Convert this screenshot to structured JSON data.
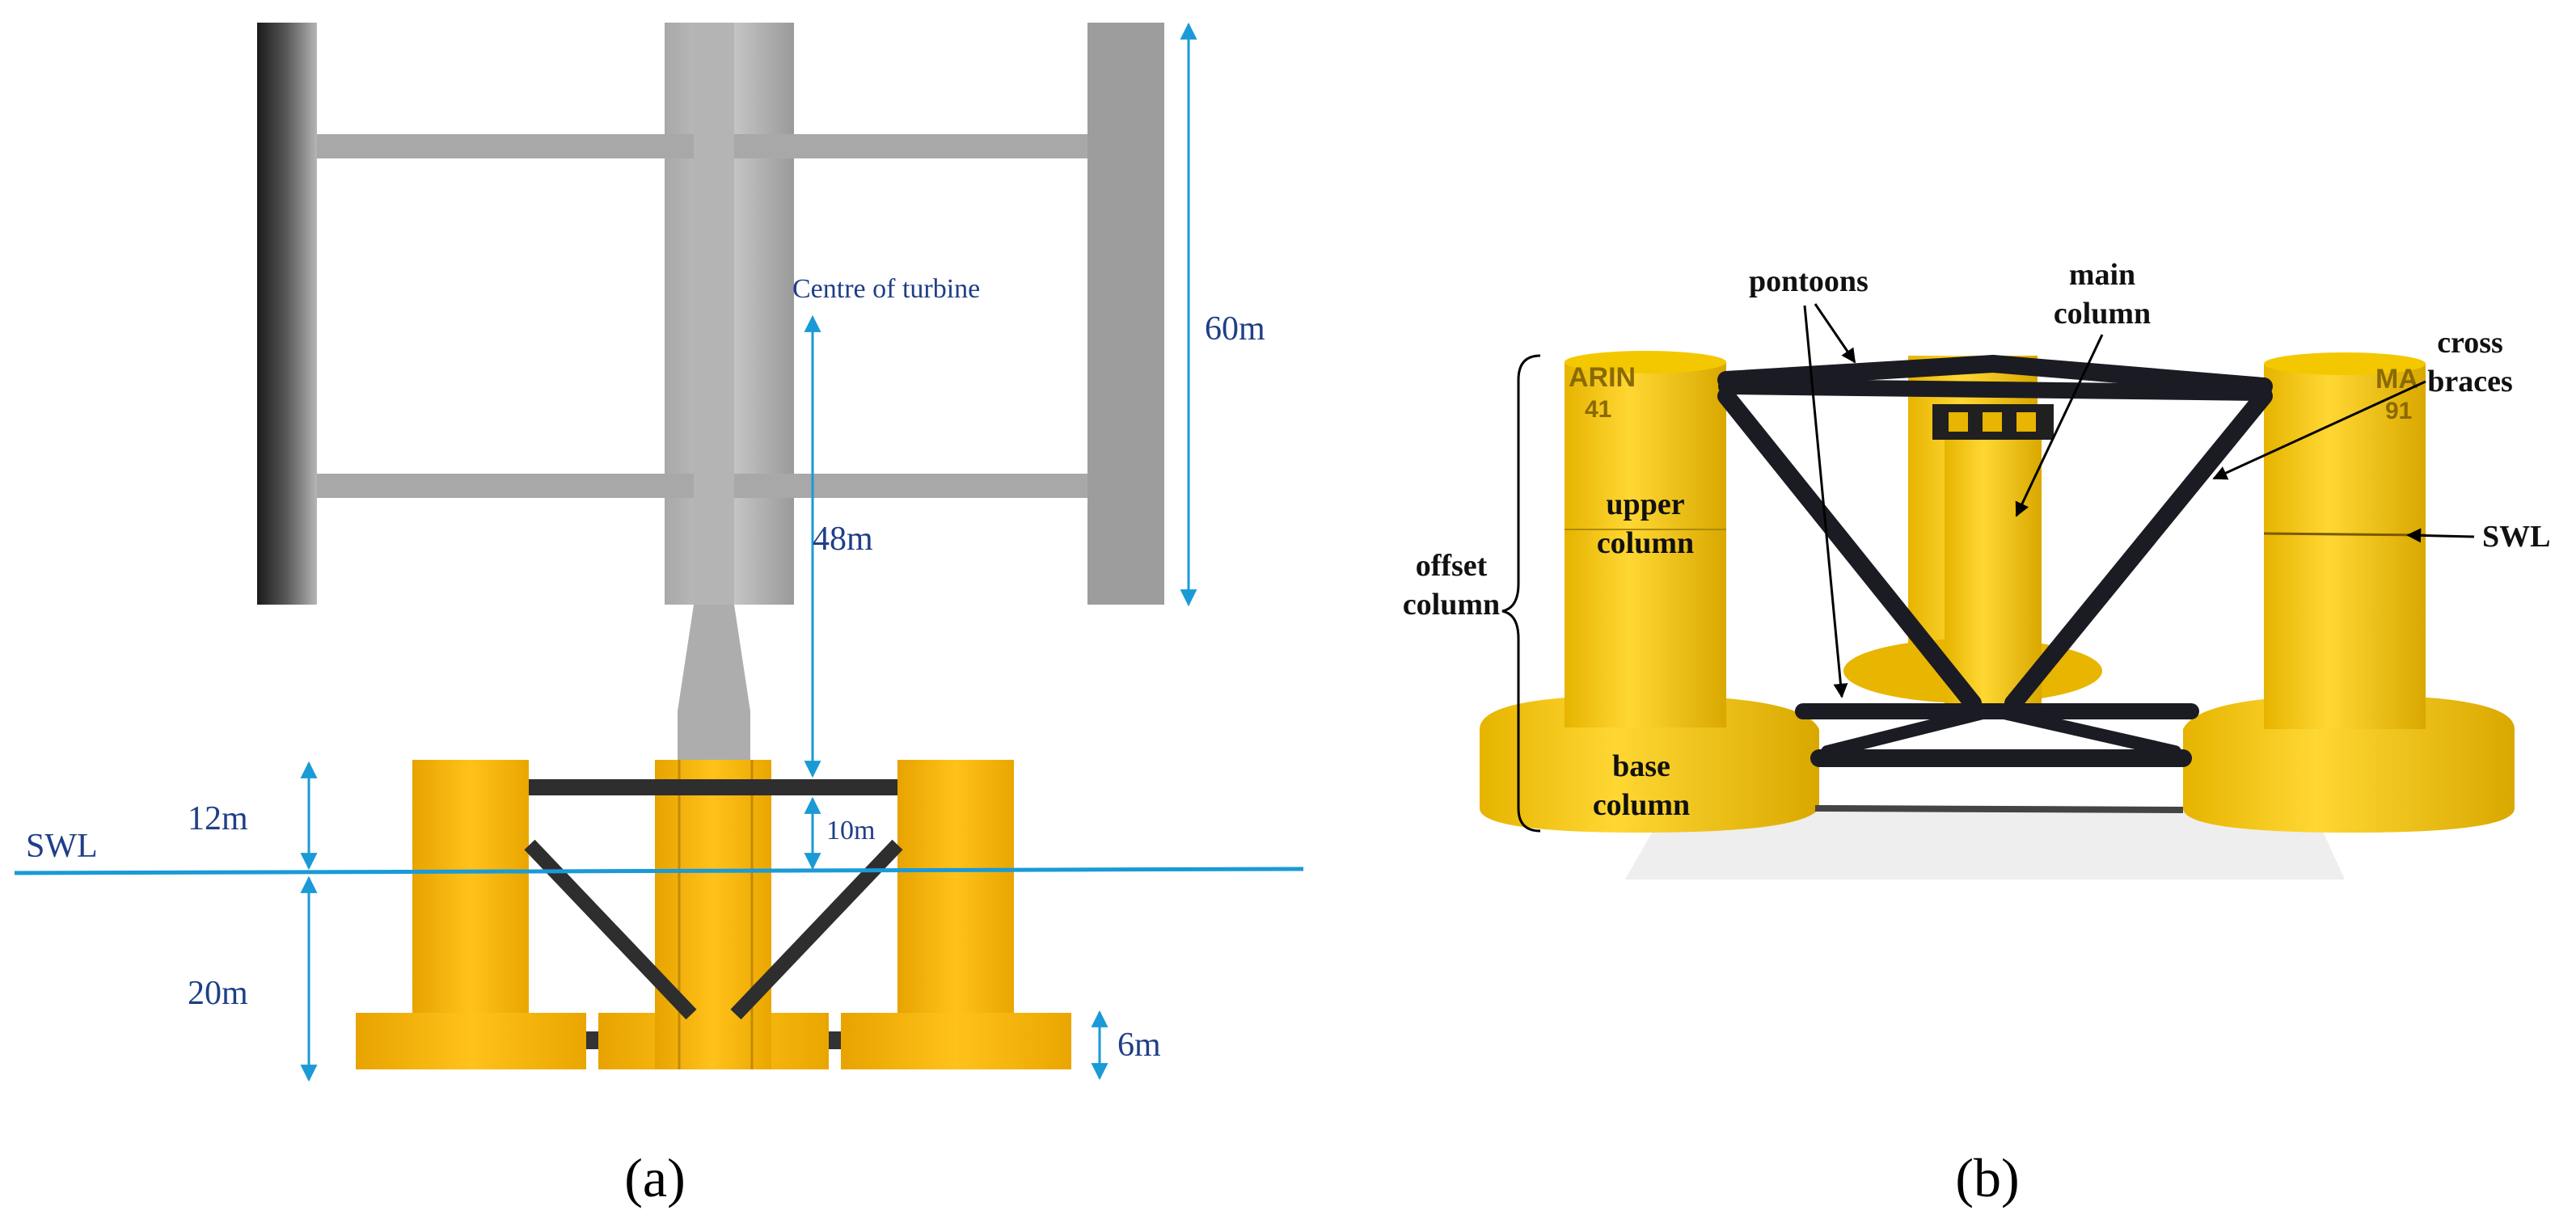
{
  "panel_a": {
    "caption": "(a)",
    "labels": {
      "centre_of_turbine": "Centre of turbine",
      "swl": "SWL"
    },
    "dimensions": {
      "rotor_height": "60m",
      "hub_height": "48m",
      "freeboard": "12m",
      "draft": "20m",
      "brace_to_swl": "10m",
      "base_height": "6m"
    }
  },
  "panel_b": {
    "caption": "(b)",
    "labels": {
      "pontoons": "pontoons",
      "main_column_1": "main",
      "main_column_2": "column",
      "cross_braces_1": "cross",
      "cross_braces_2": "braces",
      "offset_column_1": "offset",
      "offset_column_2": "column",
      "upper_column_1": "upper",
      "upper_column_2": "column",
      "base_column_1": "base",
      "base_column_2": "column",
      "swl": "SWL"
    },
    "model_markings": {
      "left_column": "ARIN",
      "left_column_2": "41",
      "right_column": "MA",
      "right_column_2": "91"
    }
  },
  "colors": {
    "dimension_blue": "#1a9ad6",
    "label_navy": "#1f3f87",
    "column_yellow": "#ffbb00",
    "turbine_gray": "#9a9a9a",
    "brace_dark": "#2e2e2e"
  }
}
